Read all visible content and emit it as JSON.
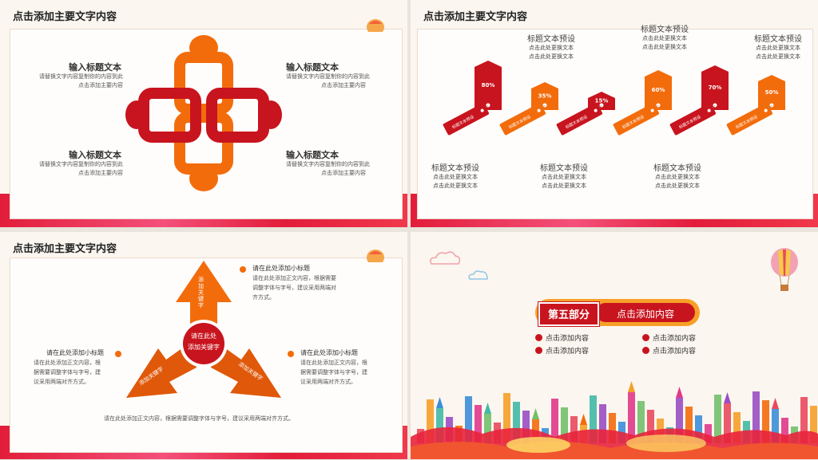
{
  "colors": {
    "red": "#c8141e",
    "orange": "#f36c0c",
    "darkred": "#a7101b",
    "bg": "#fbf6ef"
  },
  "s1": {
    "title": "点击添加主要文字内容",
    "tl": {
      "h": "输入标题文本",
      "p1": "请替换文字内容复制你的内容到此",
      "p2": "点击添加主要内容"
    },
    "tr": {
      "h": "输入标题文本",
      "p1": "请替换文字内容复制你的内容到此",
      "p2": "点击添加主要内容"
    },
    "bl": {
      "h": "输入标题文本",
      "p1": "请替换文字内容复制你的内容到此",
      "p2": "点击添加主要内容"
    },
    "br": {
      "h": "输入标题文本",
      "p1": "请替换文字内容复制你的内容到此",
      "p2": "点击添加主要内容"
    }
  },
  "s2": {
    "title": "点击添加主要文字内容",
    "tags": [
      {
        "pct": "80%",
        "level": 0.8,
        "tag": "标题文本预设",
        "color": "#c8141e"
      },
      {
        "pct": "35%",
        "level": 0.35,
        "tag": "标题文本预设",
        "color": "#f36c0c"
      },
      {
        "pct": "15%",
        "level": 0.15,
        "tag": "标题文本预设",
        "color": "#c8141e"
      },
      {
        "pct": "60%",
        "level": 0.6,
        "tag": "标题文本预设",
        "color": "#f36c0c"
      },
      {
        "pct": "70%",
        "level": 0.7,
        "tag": "标题文本预设",
        "color": "#c8141e"
      },
      {
        "pct": "50%",
        "level": 0.5,
        "tag": "标题文本预设",
        "color": "#f36c0c"
      }
    ],
    "top_labels": [
      {
        "title": "标题文本预设",
        "l1": "点击此处更换文本",
        "l2": "点击此处更换文本"
      },
      {
        "title": "标题文本预设",
        "l1": "点击此处更换文本",
        "l2": "点击此处更换文本"
      },
      {
        "title": "标题文本预设",
        "l1": "点击此处更换文本",
        "l2": "点击此处更换文本"
      }
    ],
    "bottom_labels": [
      {
        "title": "标题文本预设",
        "l1": "点击此处更换文本",
        "l2": "点击此处更换文本"
      },
      {
        "title": "标题文本预设",
        "l1": "点击此处更换文本",
        "l2": "点击此处更换文本"
      },
      {
        "title": "标题文本预设",
        "l1": "点击此处更换文本",
        "l2": "点击此处更换文本"
      }
    ]
  },
  "s3": {
    "title": "点击添加主要文字内容",
    "center1": "请在此处",
    "center2": "添加关键字",
    "arrow_label": "添加关键字",
    "top": {
      "h": "请在此处添加小标题",
      "l1": "请在此处添加正文内容，根据需要",
      "l2": "调整字体与字号，建议采用两端对",
      "l3": "齐方式。"
    },
    "left": {
      "h": "请在此处添加小标题",
      "l1": "请在此处添加正文内容，根",
      "l2": "据需要调整字体与字号，建",
      "l3": "议采用两端对齐方式。"
    },
    "right": {
      "h": "请在此处添加小标题",
      "l1": "请在此处添加正文内容，根",
      "l2": "据需要调整字体与字号，建",
      "l3": "议采用两端对齐方式。"
    },
    "footer": "请在此处添加正文内容，根据需要调整字体与字号，建议采用两端对齐方式。"
  },
  "s4": {
    "part": "第五部分",
    "cta": "点击添加内容",
    "items": [
      "点击添加内容",
      "点击添加内容",
      "点击添加内容",
      "点击添加内容"
    ]
  }
}
